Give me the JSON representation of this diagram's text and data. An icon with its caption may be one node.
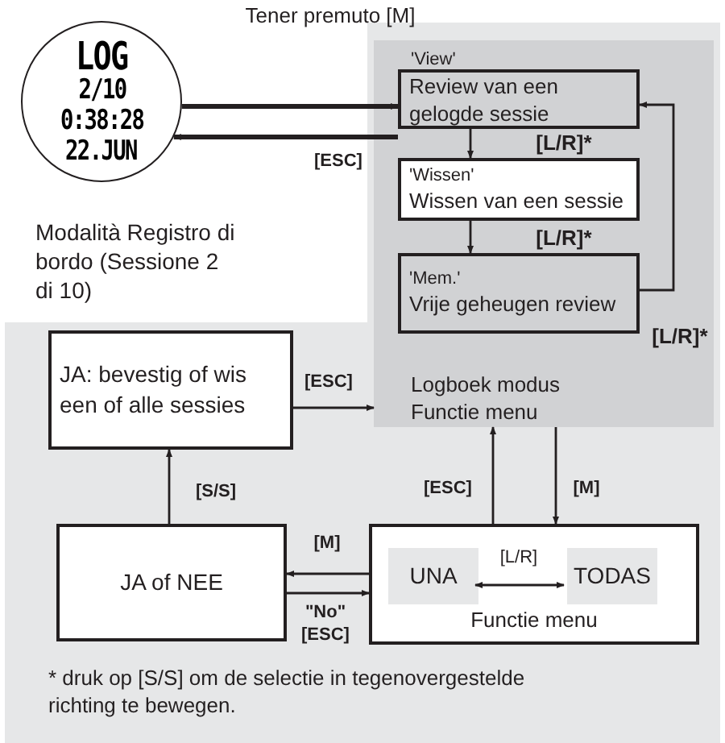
{
  "diagram": {
    "nodes": [
      {
        "text": [
          "LOG",
          "2/10",
          "0:38:28",
          "22.JUN"
        ],
        "beside": [
          "Modalità Registro di bordo (Sessione 2 di 10)"
        ]
      },
      {
        "text": [
          "Logboek modus Functie menu"
        ]
      },
      {
        "text": [
          "'View'",
          "Review van een gelogde sessie"
        ],
        "in": 1
      },
      {
        "text": [
          "'Wissen'",
          "Wissen van een sessie"
        ],
        "in": 1
      },
      {
        "text": [
          "'Mem.'",
          "Vrije geheugen review"
        ],
        "in": 1
      },
      {
        "text": [
          "JA: bevestig of wis een of alle sessies"
        ]
      },
      {
        "text": [
          "JA of NEE"
        ]
      },
      {
        "text": [
          "Functie menu"
        ]
      },
      {
        "text": [
          "UNA"
        ],
        "in": 7
      },
      {
        "text": [
          "TODAS"
        ],
        "in": 7
      }
    ],
    "edges": [
      {
        "from": 0,
        "to": 2,
        "arrow": "to",
        "label": "Tener premuto [M]",
        "style": "thick"
      },
      {
        "from": 2,
        "to": 0,
        "arrow": "to",
        "label": "[ESC]",
        "style": "thick"
      },
      {
        "from": 2,
        "to": 3,
        "arrow": "to",
        "label": "[L/R]*"
      },
      {
        "from": 3,
        "to": 4,
        "arrow": "to",
        "label": "[L/R]*"
      },
      {
        "from": 4,
        "to": 2,
        "arrow": "to",
        "label": "[L/R]*"
      },
      {
        "from": 5,
        "to": 1,
        "arrow": "to",
        "label": "[ESC]"
      },
      {
        "from": 7,
        "to": 1,
        "arrow": "to",
        "label": "[ESC]"
      },
      {
        "from": 1,
        "to": 7,
        "arrow": "to",
        "label": "[M]"
      },
      {
        "from": 6,
        "to": 5,
        "arrow": "to",
        "label": "[S/S]"
      },
      {
        "from": 7,
        "to": 6,
        "arrow": "to",
        "label": "[M]"
      },
      {
        "from": 6,
        "to": 7,
        "arrow": "to",
        "label": "\"No\" [ESC]"
      },
      {
        "from": 8,
        "to": 9,
        "arrow": "both",
        "label": "[L/R]"
      }
    ],
    "labels": [
      "* druk op [S/S] om de selectie in tegenovergestelde richting te bewegen."
    ]
  }
}
